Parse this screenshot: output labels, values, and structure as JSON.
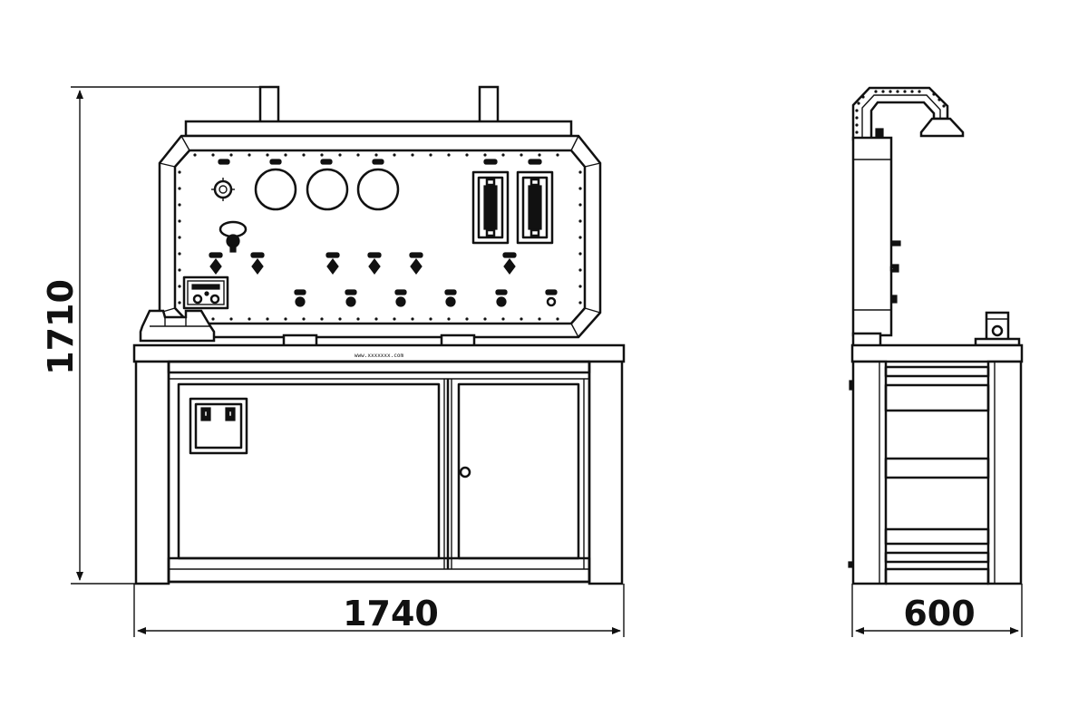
{
  "dimensions": {
    "width": "1740",
    "height": "1710",
    "depth": "600"
  },
  "panel_label": "www.xxxxxxx.com"
}
